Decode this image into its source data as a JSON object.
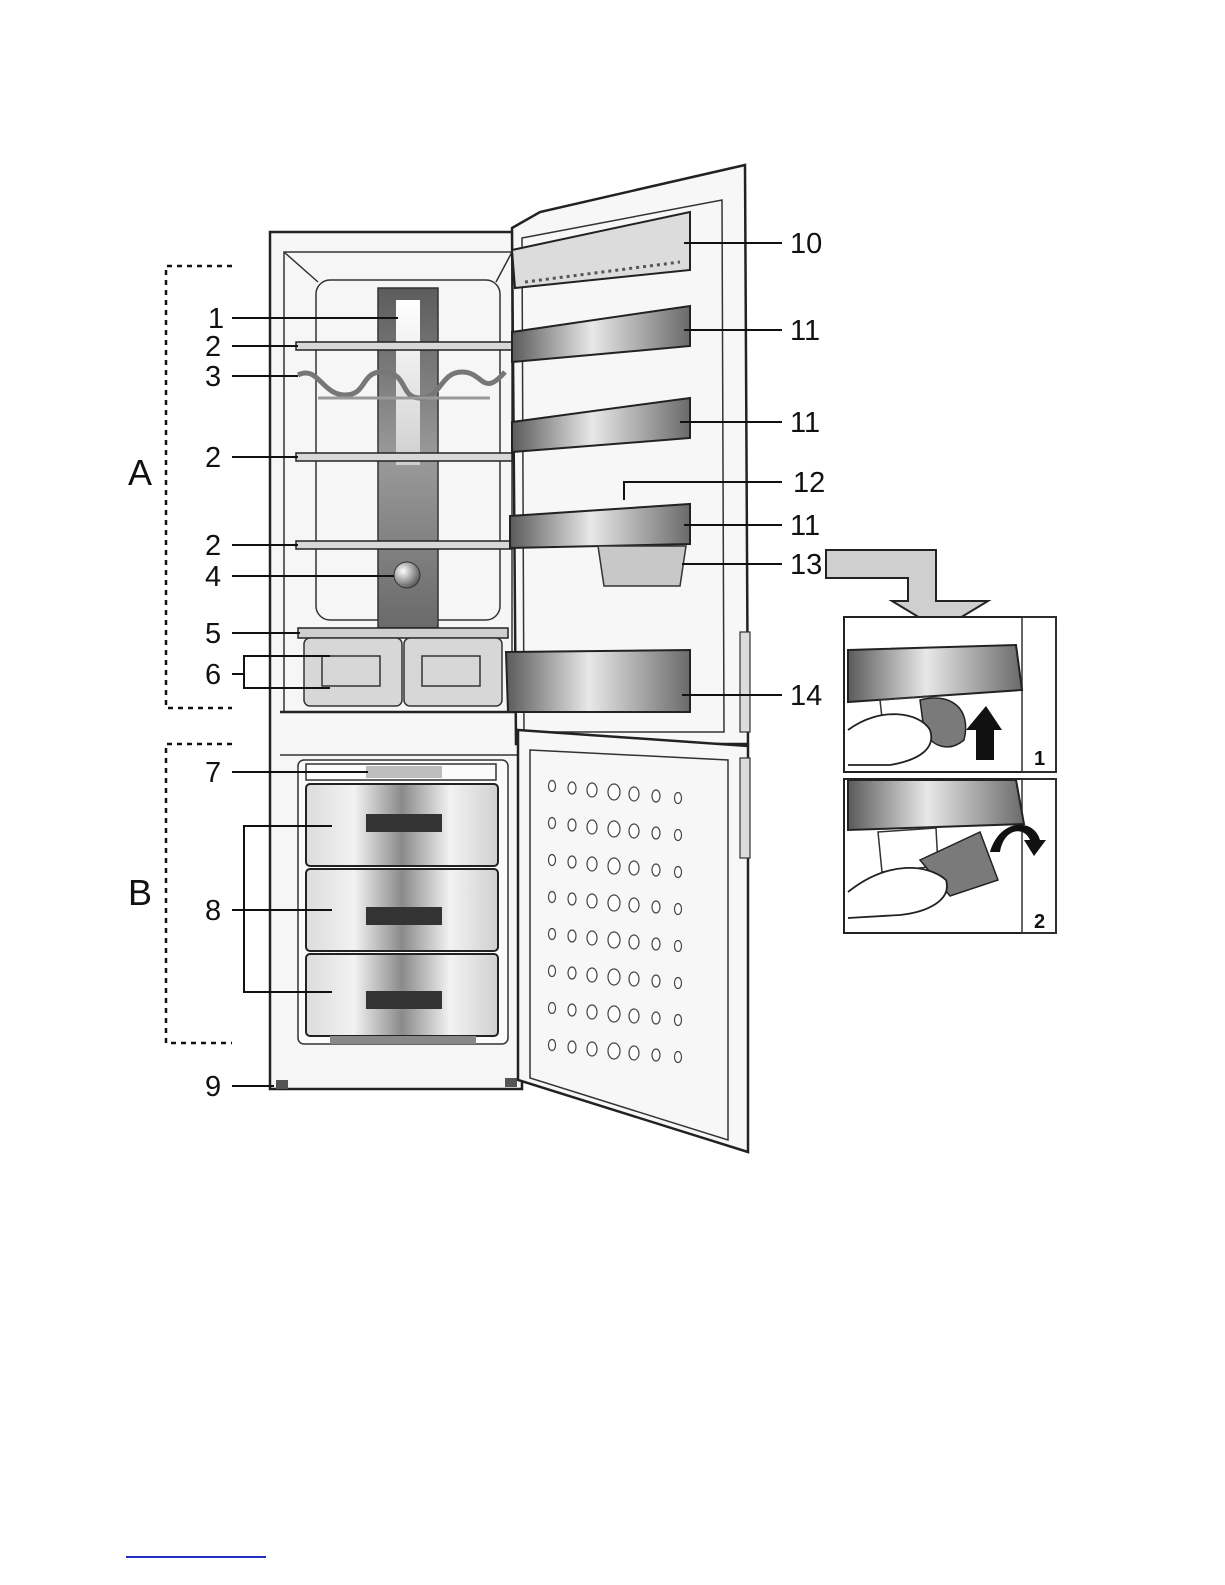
{
  "diagram": {
    "sections": [
      {
        "id": "A",
        "label": "A"
      },
      {
        "id": "B",
        "label": "B"
      }
    ],
    "callouts_left": [
      "1",
      "2",
      "3",
      "2",
      "2",
      "4",
      "5",
      "6",
      "7",
      "8",
      "9"
    ],
    "callouts_right": [
      "10",
      "11",
      "11",
      "12",
      "11",
      "13",
      "14"
    ],
    "inset_steps": [
      "1",
      "2"
    ],
    "colors": {
      "line": "#111111",
      "shell": "#f4f4f4",
      "shelf_dark": "#6b6b6b",
      "shelf_light": "#e6e6e6",
      "arrow_fill": "#cfcfcf",
      "footnote_rule": "#2030c0"
    }
  }
}
